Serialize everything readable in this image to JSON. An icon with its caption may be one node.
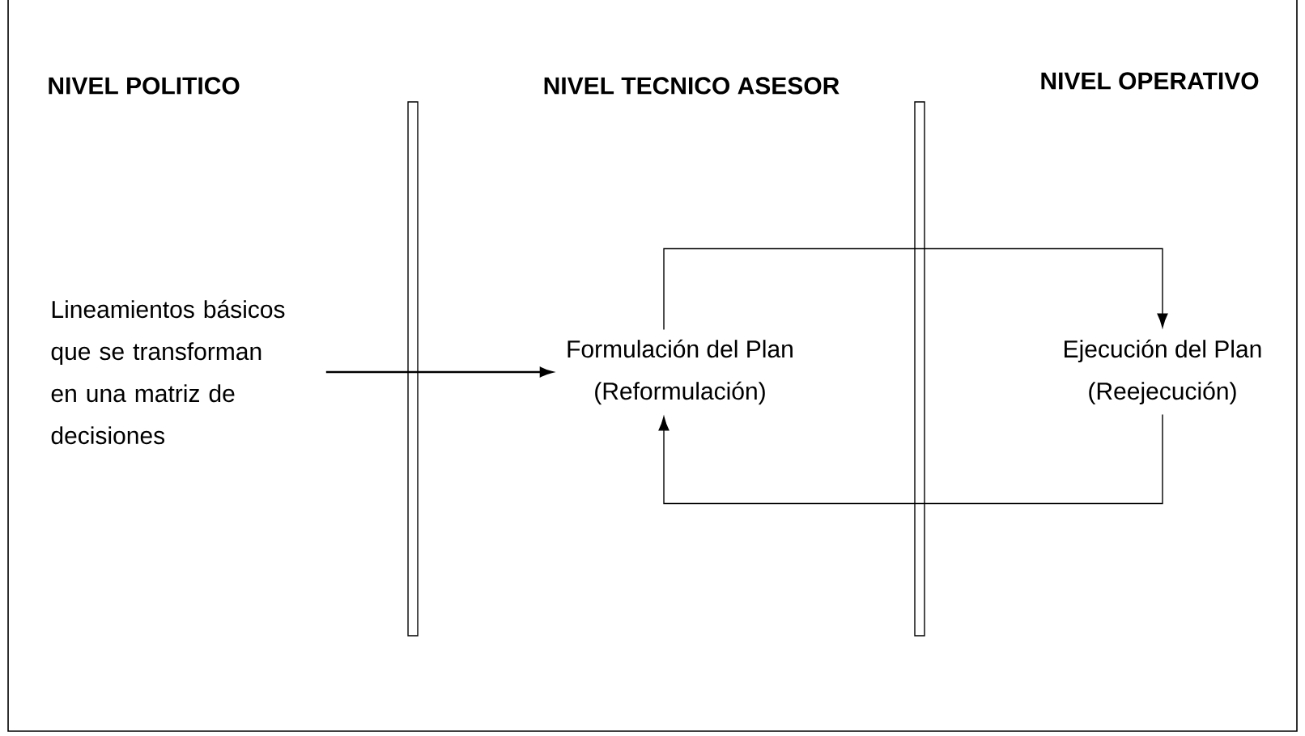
{
  "diagram": {
    "nodes": [
      {
        "text": [
          "Lineamientos básicos que se transforman en una matriz de decisiones"
        ]
      },
      {
        "text": [
          "Formulación del Plan",
          "(Reformulación)"
        ]
      },
      {
        "text": [
          "Ejecución del Plan",
          "(Reejecución)"
        ]
      }
    ],
    "edges": [
      {
        "from": 0,
        "to": 1,
        "arrow": "to"
      },
      {
        "from": 1,
        "to": 2,
        "arrow": "to"
      },
      {
        "from": 2,
        "to": 1,
        "arrow": "to"
      }
    ],
    "labels": [
      "NIVEL POLITICO",
      "NIVEL TECNICO ASESOR",
      "NIVEL OPERATIVO"
    ]
  }
}
